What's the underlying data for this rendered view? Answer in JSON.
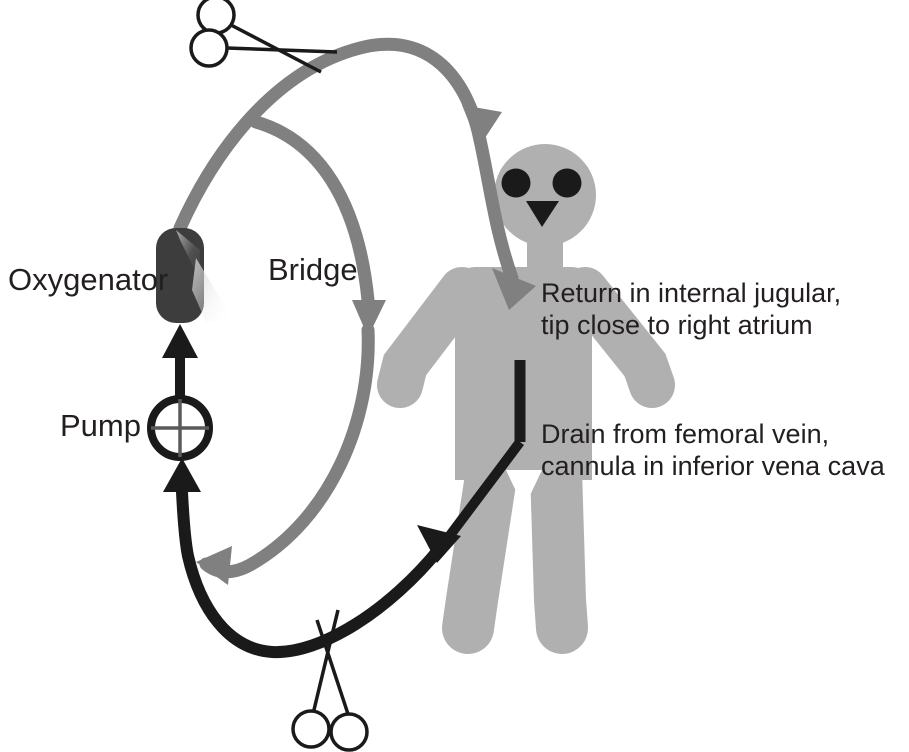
{
  "diagram": {
    "title": "Veno-venous ECMO circuit schematic",
    "background_color": "#ffffff",
    "colors": {
      "tube_gray": "#808080",
      "body_gray": "#b0b0b0",
      "oxygenator_dark": "#3d3d3d",
      "drain_black": "#1a1a1a",
      "text_black": "#231f20",
      "clamp_black": "#1a1a1a"
    },
    "labels": {
      "oxygenator": "Oxygenator",
      "pump": "Pump",
      "bridge": "Bridge",
      "return_line_1": "Return in internal jugular,",
      "return_line_2": "tip close to right atrium",
      "drain_line_1": "Drain from femoral vein,",
      "drain_line_2": "cannula in inferior vena cava"
    },
    "components": [
      {
        "id": "oxygenator",
        "name": "Oxygenator",
        "shape": "rounded-rectangle",
        "color": "#3d3d3d"
      },
      {
        "id": "pump",
        "name": "Pump",
        "shape": "circle-crosshair",
        "color": "#1a1a1a"
      },
      {
        "id": "bridge",
        "name": "Bridge",
        "shape": "tube",
        "color": "#808080"
      },
      {
        "id": "patient",
        "name": "Patient figure",
        "shape": "stick-figure",
        "color": "#b0b0b0"
      },
      {
        "id": "clamp-top",
        "name": "Clamp on return limb",
        "shape": "forceps",
        "color": "#1a1a1a"
      },
      {
        "id": "clamp-bottom",
        "name": "Clamp on drainage limb",
        "shape": "forceps",
        "color": "#1a1a1a"
      }
    ],
    "flow_paths": [
      {
        "id": "return-limb",
        "from": "Oxygenator",
        "to": "Internal jugular vein",
        "color": "#808080",
        "direction": "oxygenator-to-patient"
      },
      {
        "id": "bridge-limb",
        "from": "Return limb",
        "to": "Drainage limb",
        "color": "#808080",
        "direction": "return-to-drain"
      },
      {
        "id": "drain-limb",
        "from": "Femoral vein / inferior vena cava",
        "to": "Pump",
        "color": "#1a1a1a",
        "direction": "patient-to-pump"
      },
      {
        "id": "pump-to-oxygenator",
        "from": "Pump",
        "to": "Oxygenator",
        "color": "#1a1a1a",
        "direction": "pump-to-oxygenator"
      }
    ]
  }
}
